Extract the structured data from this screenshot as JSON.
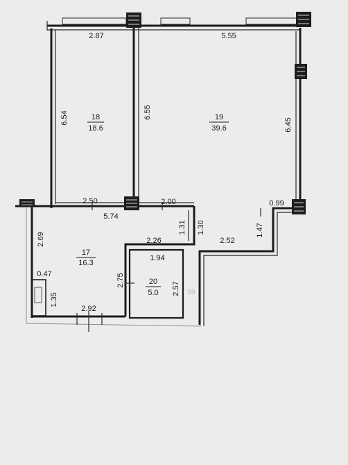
{
  "rooms": [
    {
      "number": "18",
      "area": "18.6"
    },
    {
      "number": "19",
      "area": "39.6"
    },
    {
      "number": "17",
      "area": "16.3"
    },
    {
      "number": "20",
      "area": "5.0"
    }
  ],
  "dimensions": {
    "top_left_width": "2.87",
    "top_right_width": "5.55",
    "room18_left_height": "6.54",
    "room18_right_height": "6.55",
    "room19_right_height": "6.45",
    "corridor_wall_segment": "2.50",
    "mid_wall_segment": "2.00",
    "corner_offset": "0.99",
    "corridor_width": "5.74",
    "step_height_a": "1.31",
    "step_height_b": "1.30",
    "step_height_c": "1.47",
    "lower_right_width": "2.52",
    "room17_left_height": "2.69",
    "room17_step_width": "2.26",
    "closet_width": "0.47",
    "closet_height": "1.35",
    "room20_width": "1.94",
    "room20_left_height": "2.75",
    "room20_right_height": "2.57",
    "room17_bottom_width": "2.92"
  },
  "stray_mark": "59",
  "colors": {
    "paper": "#ececeb",
    "wall": "#1c1c1c"
  }
}
